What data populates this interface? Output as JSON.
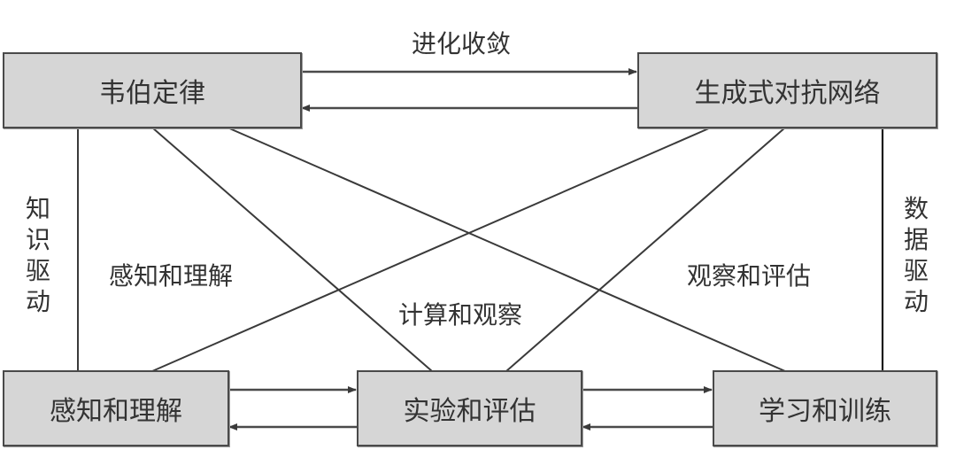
{
  "diagram": {
    "nodes": [
      {
        "id": "weber",
        "label": "韦伯定律"
      },
      {
        "id": "gan",
        "label": "生成式对抗网络"
      },
      {
        "id": "perception",
        "label": "感知和理解"
      },
      {
        "id": "experiment",
        "label": "实验和评估"
      },
      {
        "id": "learning",
        "label": "学习和训练"
      }
    ],
    "edge_labels": {
      "top": "进化收敛",
      "left": "知识驱动",
      "right": "数据驱动",
      "left_center": "感知和理解",
      "center": "计算和观察",
      "right_center": "观察和评估"
    },
    "edges": [
      {
        "from": "weber",
        "to": "gan",
        "direction": "right",
        "label": "进化收敛"
      },
      {
        "from": "gan",
        "to": "weber",
        "direction": "left"
      },
      {
        "from": "perception",
        "to": "experiment",
        "direction": "right"
      },
      {
        "from": "experiment",
        "to": "perception",
        "direction": "left"
      },
      {
        "from": "experiment",
        "to": "learning",
        "direction": "right"
      },
      {
        "from": "learning",
        "to": "experiment",
        "direction": "left"
      },
      {
        "from": "weber",
        "to": "perception",
        "type": "line",
        "label": "知识驱动"
      },
      {
        "from": "weber",
        "to": "experiment",
        "type": "line"
      },
      {
        "from": "weber",
        "to": "learning",
        "type": "line"
      },
      {
        "from": "gan",
        "to": "perception",
        "type": "line"
      },
      {
        "from": "gan",
        "to": "experiment",
        "type": "line"
      },
      {
        "from": "gan",
        "to": "learning",
        "type": "line",
        "label": "数据驱动"
      }
    ],
    "colors": {
      "box_fill": "#d6d6d6",
      "box_border": "#4a4a4a",
      "line": "#3a3a3a",
      "text": "#333333"
    }
  }
}
